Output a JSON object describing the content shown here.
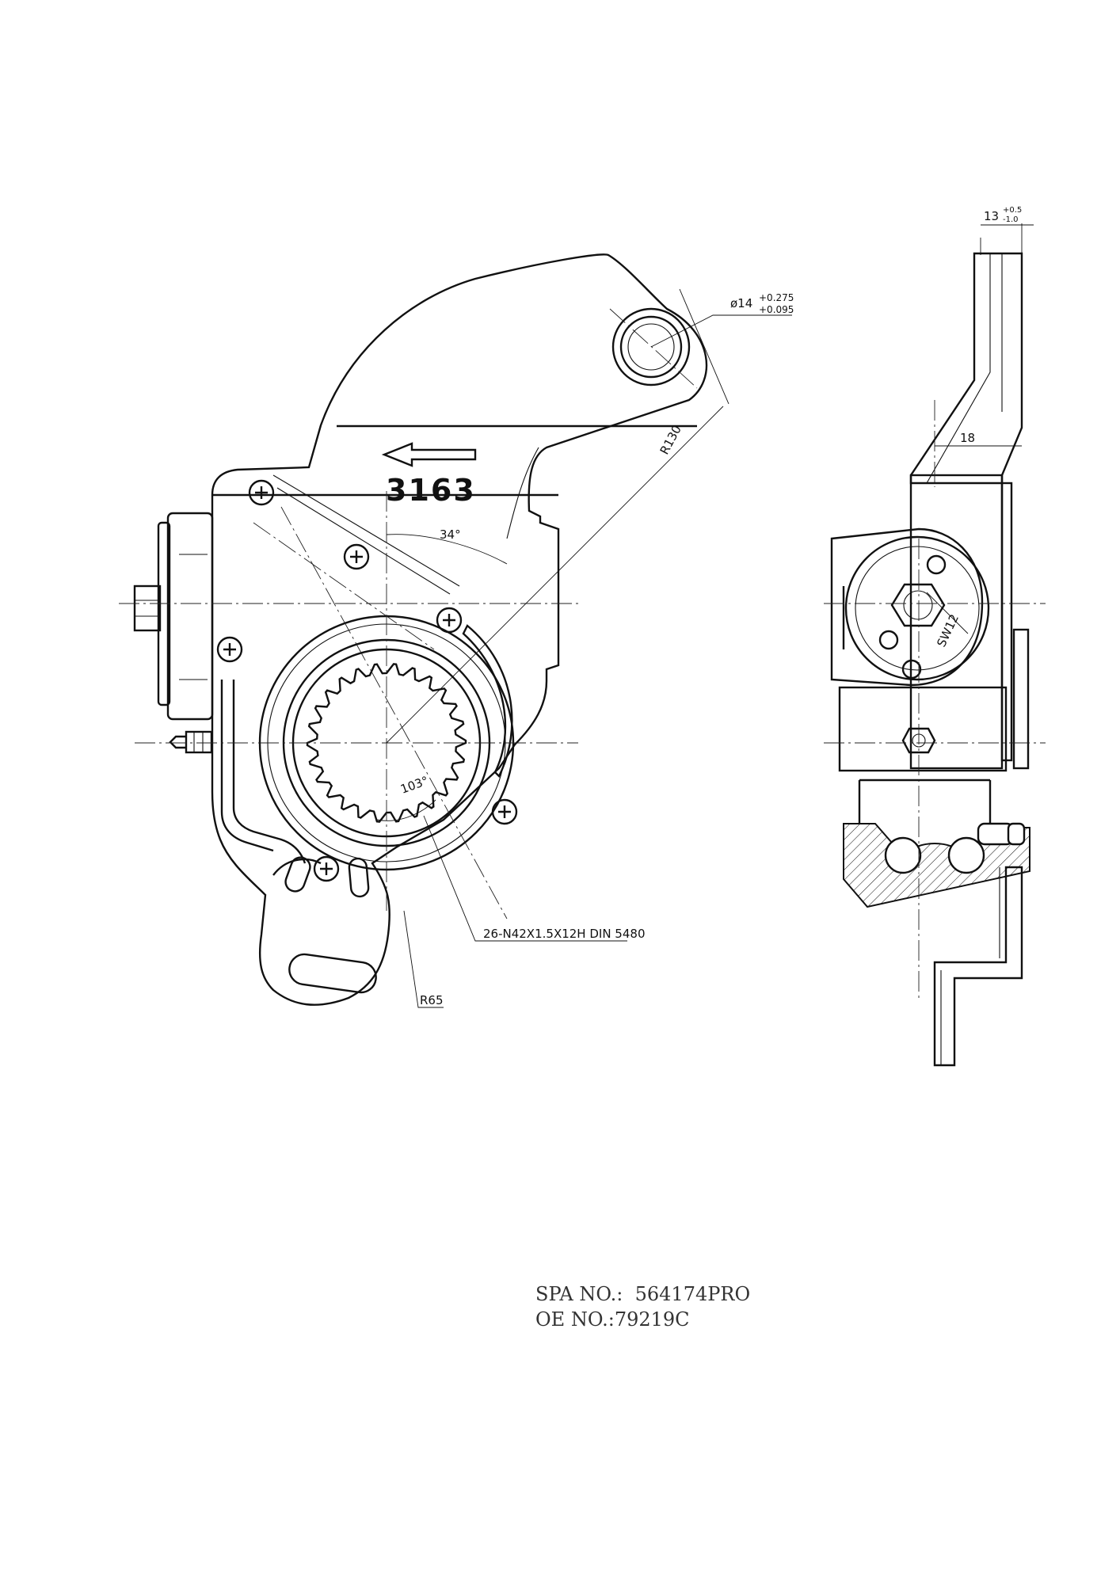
{
  "drawing": {
    "part_mark": "3163",
    "dimensions": {
      "bore_diameter": "ø14",
      "bore_tol_upper": "+0.275",
      "bore_tol_lower": "+0.095",
      "radius_long": "R130",
      "angle_top": "34°",
      "angle_spline": "103°",
      "spline_spec": "26-N42X1.5X12H DIN 5480",
      "radius_short": "R65",
      "width_top": "13",
      "width_top_tol_upper": "+0.5",
      "width_top_tol_lower": "-1.0",
      "offset": "18",
      "wrench_size": "SW12"
    }
  },
  "parts_info": {
    "spa_label": "SPA NO.:",
    "spa_value": "564174PRO",
    "oe_label": "OE NO.:",
    "oe_value": "79219C"
  }
}
